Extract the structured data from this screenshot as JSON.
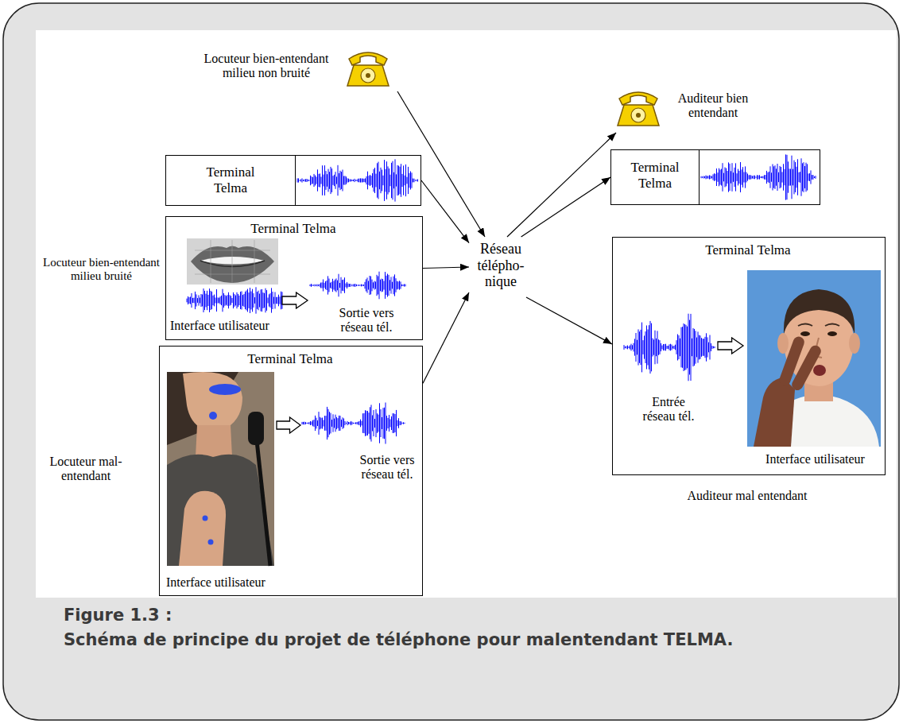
{
  "diagram": {
    "title": "Figure 1.3 :",
    "caption": "Schéma de principe du projet de téléphone pour malentendant TELMA.",
    "nodes": [
      {
        "text": [
          "Locuteur bien-entendant milieu non bruité"
        ]
      },
      {
        "text": [
          "Terminal Telma"
        ]
      },
      {
        "text": [
          "Terminal Telma",
          "Interface utilisateur",
          "Sortie vers réseau tél."
        ]
      },
      {
        "text": [
          "Terminal Telma",
          "Interface utilisateur",
          "Sortie vers réseau tél."
        ]
      },
      {
        "text": [
          "Réseau télépho- nique"
        ]
      },
      {
        "text": [
          "Auditeur bien entendant"
        ]
      },
      {
        "text": [
          "Terminal Telma"
        ]
      },
      {
        "text": [
          "Terminal Telma",
          "Entrée réseau tél.",
          "Interface utilisateur"
        ]
      }
    ],
    "edges": [
      {
        "from": 0,
        "to": 4,
        "arrow": "to"
      },
      {
        "from": 1,
        "to": 4,
        "arrow": "to"
      },
      {
        "from": 2,
        "to": 4,
        "arrow": "to"
      },
      {
        "from": 3,
        "to": 4,
        "arrow": "to"
      },
      {
        "from": 4,
        "to": 5,
        "arrow": "to"
      },
      {
        "from": 4,
        "to": 6,
        "arrow": "to"
      },
      {
        "from": 4,
        "to": 7,
        "arrow": "to"
      }
    ],
    "labels": [
      "Locuteur bien-entendant milieu bruité",
      "Locuteur mal-entendant",
      "Auditeur mal entendant"
    ]
  }
}
